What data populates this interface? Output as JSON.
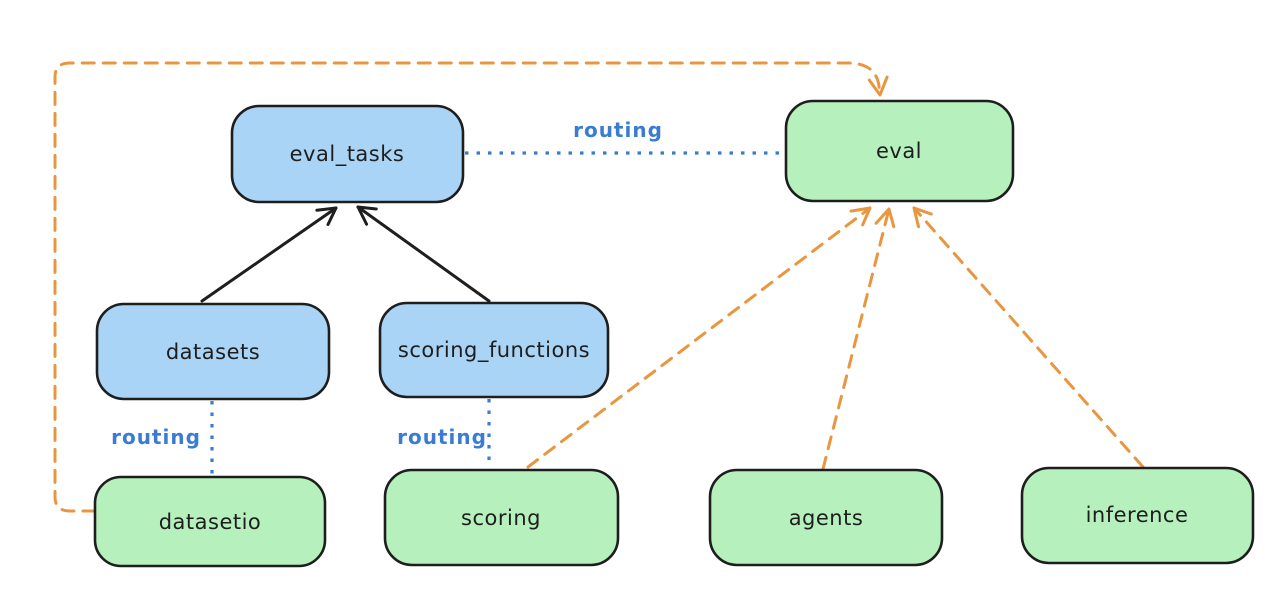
{
  "diagram": {
    "nodes": [
      {
        "id": "eval_tasks",
        "label": "eval_tasks",
        "kind": "blue"
      },
      {
        "id": "eval",
        "label": "eval",
        "kind": "green"
      },
      {
        "id": "datasets",
        "label": "datasets",
        "kind": "blue"
      },
      {
        "id": "scoring_functions",
        "label": "scoring_functions",
        "kind": "blue"
      },
      {
        "id": "datasetio",
        "label": "datasetio",
        "kind": "green"
      },
      {
        "id": "scoring",
        "label": "scoring",
        "kind": "green"
      },
      {
        "id": "agents",
        "label": "agents",
        "kind": "green"
      },
      {
        "id": "inference",
        "label": "inference",
        "kind": "green"
      }
    ],
    "edge_labels": [
      {
        "id": "routing-eval-tasks-to-eval",
        "text": "routing"
      },
      {
        "id": "routing-datasets-to-datasetio",
        "text": "routing"
      },
      {
        "id": "routing-scoringfns-to-scoring",
        "text": "routing"
      }
    ]
  },
  "colors": {
    "background": "#ffffff",
    "node_blue_fill": "#a9d4f5",
    "node_green_fill": "#b5f0bd",
    "ink": "#1e1e1e",
    "orange": "#e8963f",
    "routing_blue": "#3b7cd3"
  }
}
